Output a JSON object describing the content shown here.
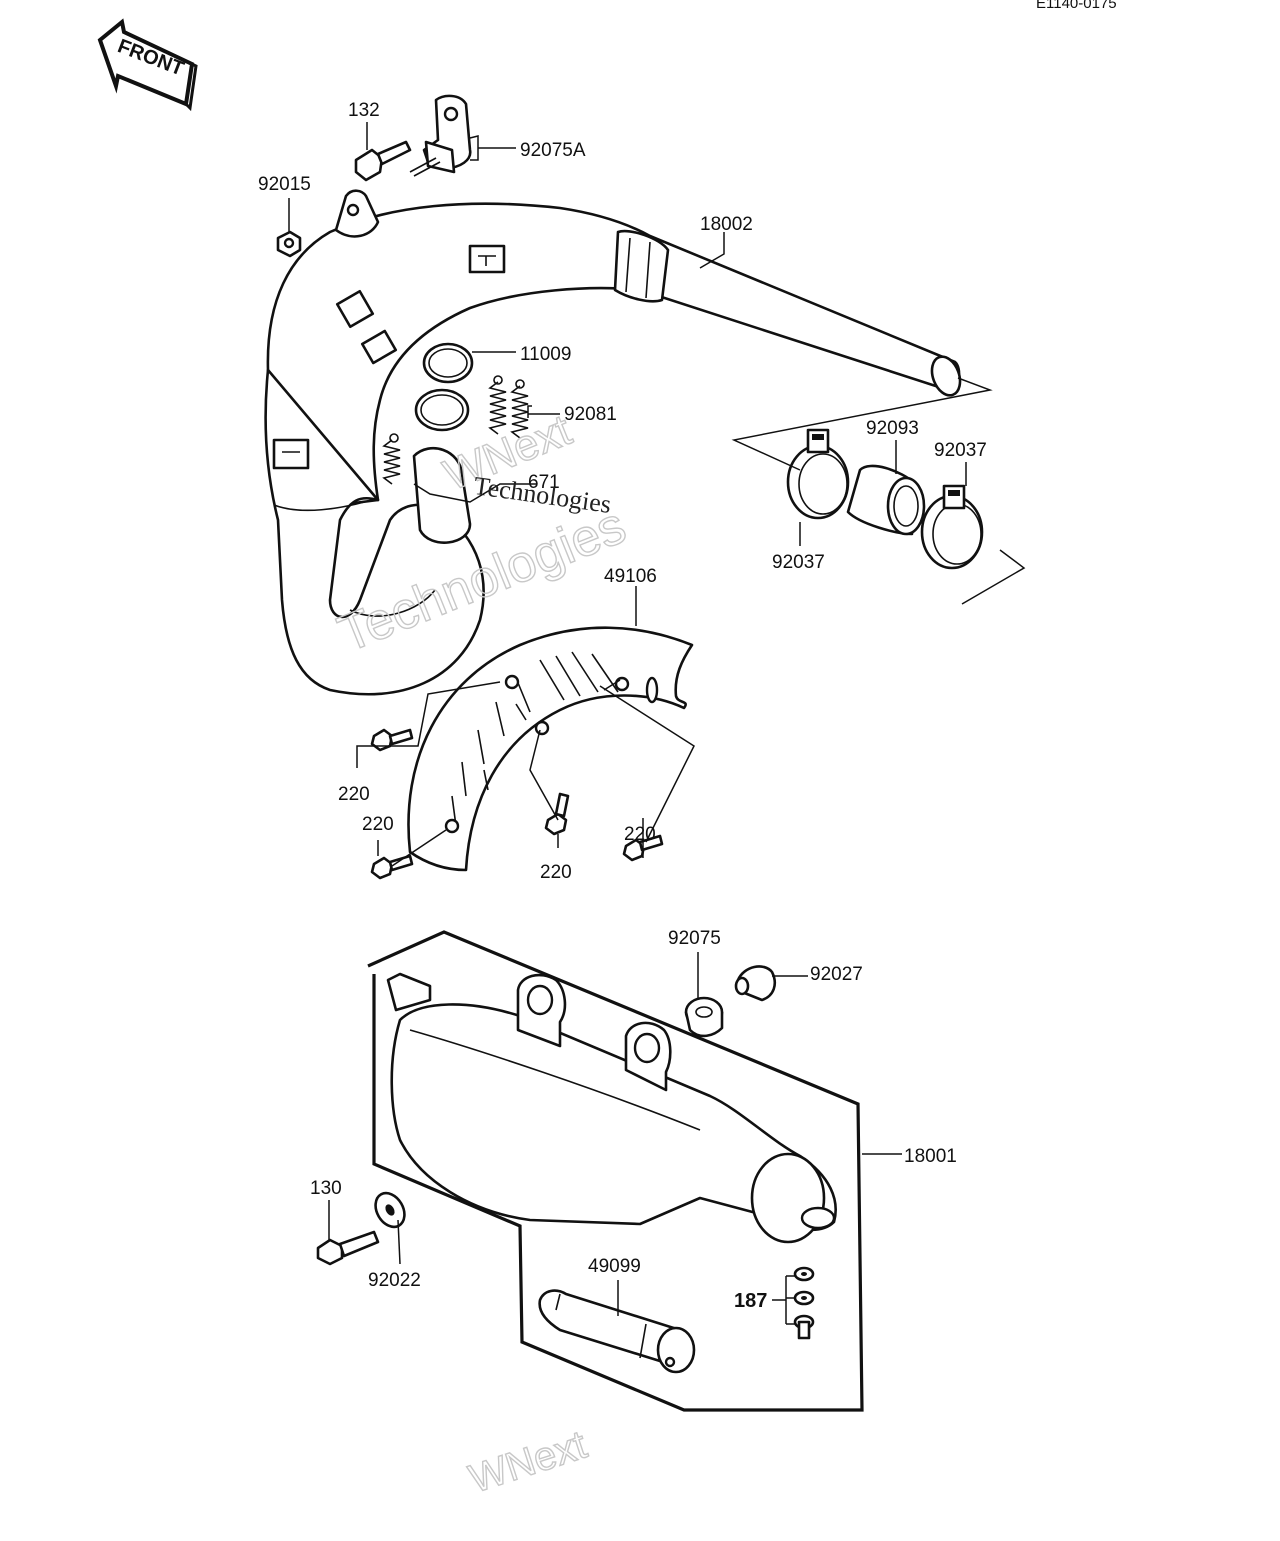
{
  "header": {
    "figure_code": "E1140-0175"
  },
  "front_arrow": {
    "label": "FRONT"
  },
  "watermark": {
    "brand_line1": "WNext",
    "brand_line2": "Technologies"
  },
  "labels": {
    "p132": "132",
    "p92075A": "92075A",
    "p92015": "92015",
    "p18002": "18002",
    "p11009": "11009",
    "p92081": "92081",
    "p671": "671",
    "p92093": "92093",
    "p92037a": "92037",
    "p92037b": "92037",
    "p49106": "49106",
    "p220a": "220",
    "p220b": "220",
    "p220c": "220",
    "p220d": "220",
    "p92075": "92075",
    "p92027": "92027",
    "p18001": "18001",
    "p130": "130",
    "p92022": "92022",
    "p49099": "49099",
    "p187": "187"
  }
}
